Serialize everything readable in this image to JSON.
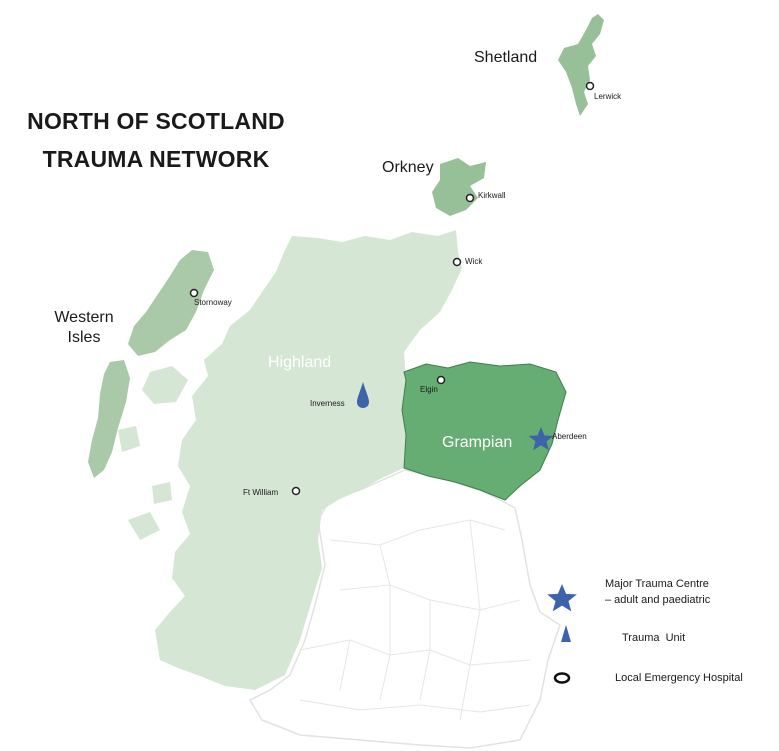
{
  "title_lines": [
    "NORTH OF SCOTLAND",
    "TRAUMA NETWORK"
  ],
  "regions": {
    "shetland": "Shetland",
    "orkney": "Orkney",
    "western_isles": [
      "Western",
      "Isles"
    ],
    "highland": "Highland",
    "grampian": "Grampian"
  },
  "towns": {
    "lerwick": "Lerwick",
    "kirkwall": "Kirkwall",
    "wick": "Wick",
    "stornoway": "Stornoway",
    "inverness": "Inverness",
    "elgin": "Elgin",
    "aberdeen": "Aberdeen",
    "ft_william": "Ft William"
  },
  "legend": {
    "major_trauma_centre": [
      "Major Trauma Centre",
      "– adult and paediatric"
    ],
    "trauma_unit": "Trauma  Unit",
    "local_emergency_hospital": "Local Emergency Hospital"
  },
  "colors": {
    "highland_fill": "#d5e6d5",
    "islands_fill": "#98c098",
    "western_isles_fill": "#a9c9a9",
    "grampian_fill": "#66ad73",
    "grampian_border": "#3f7e4c",
    "southern_scotland_stroke": "#e2e2e2",
    "marker_blue": "#3e63a8",
    "hospital_ring": "#222222"
  }
}
